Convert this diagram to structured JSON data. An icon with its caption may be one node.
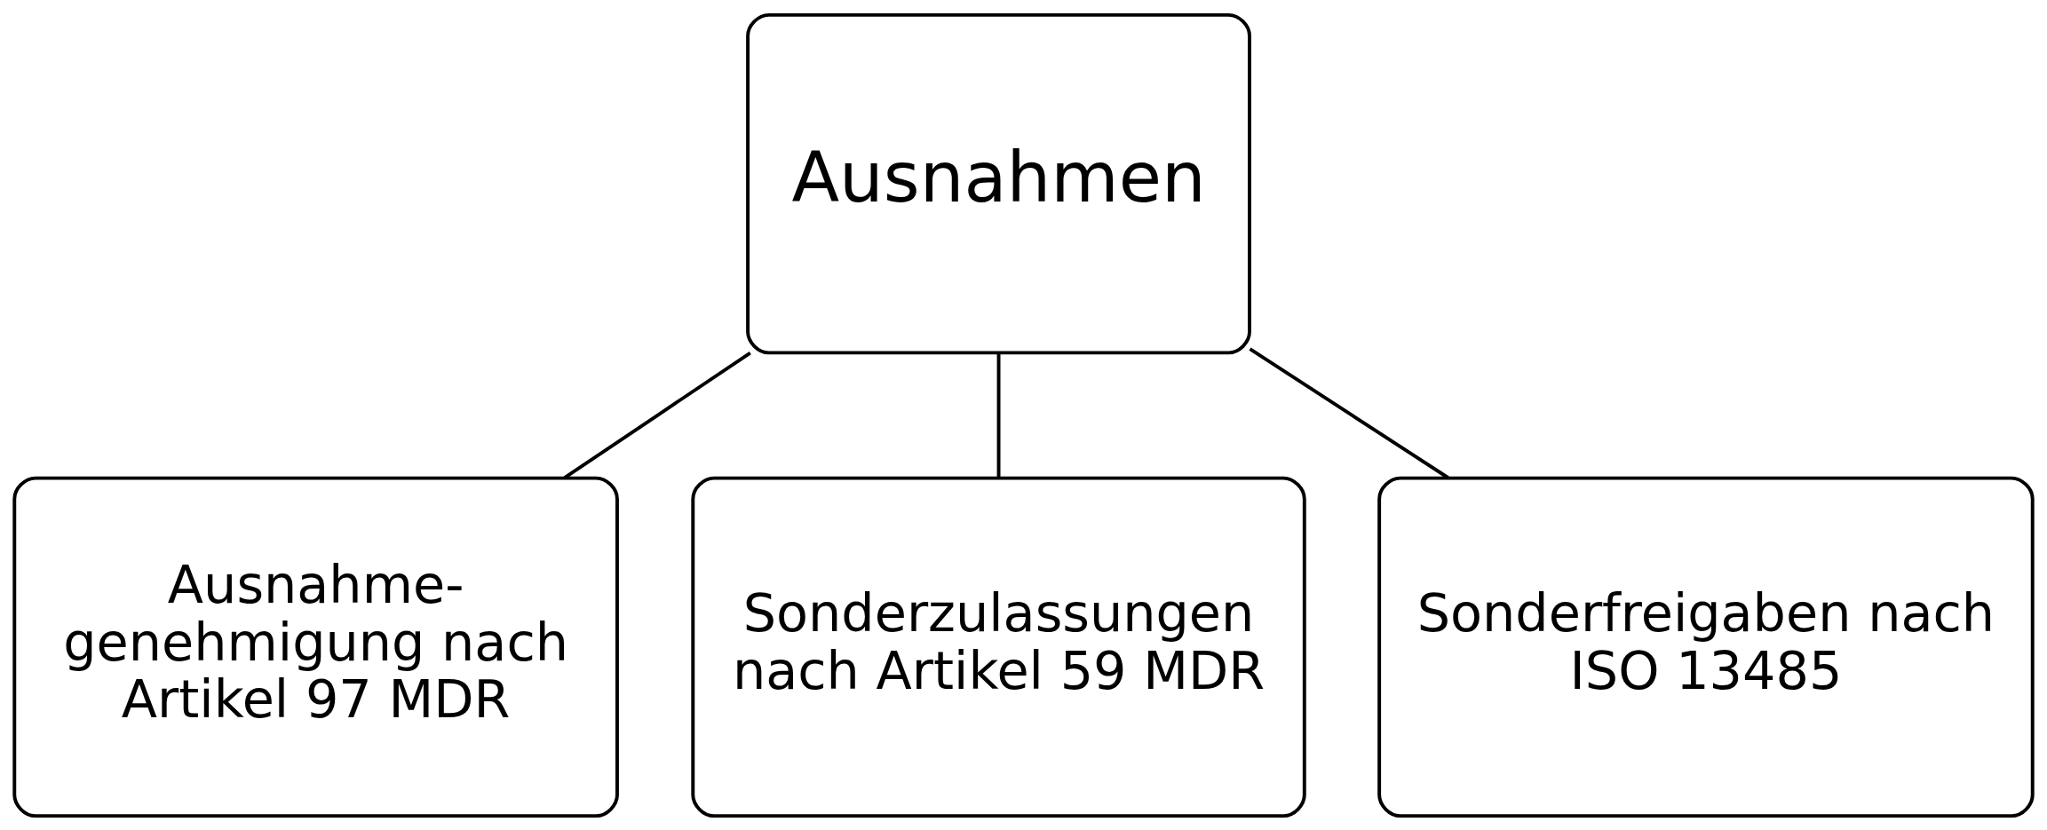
{
  "diagram": {
    "nodes": [
      {
        "text": [
          "Ausnahmen"
        ]
      },
      {
        "text": [
          "Ausnahme- genehmigung nach Artikel 97 MDR"
        ]
      },
      {
        "text": [
          "Sonderzulassungen nach Artikel 59 MDR"
        ]
      },
      {
        "text": [
          "Sonderfreigaben nach ISO 13485"
        ]
      }
    ],
    "edges": [
      {
        "from": 0,
        "to": 1,
        "arrow": "none"
      },
      {
        "from": 0,
        "to": 2,
        "arrow": "none"
      },
      {
        "from": 0,
        "to": 3,
        "arrow": "none"
      }
    ]
  }
}
